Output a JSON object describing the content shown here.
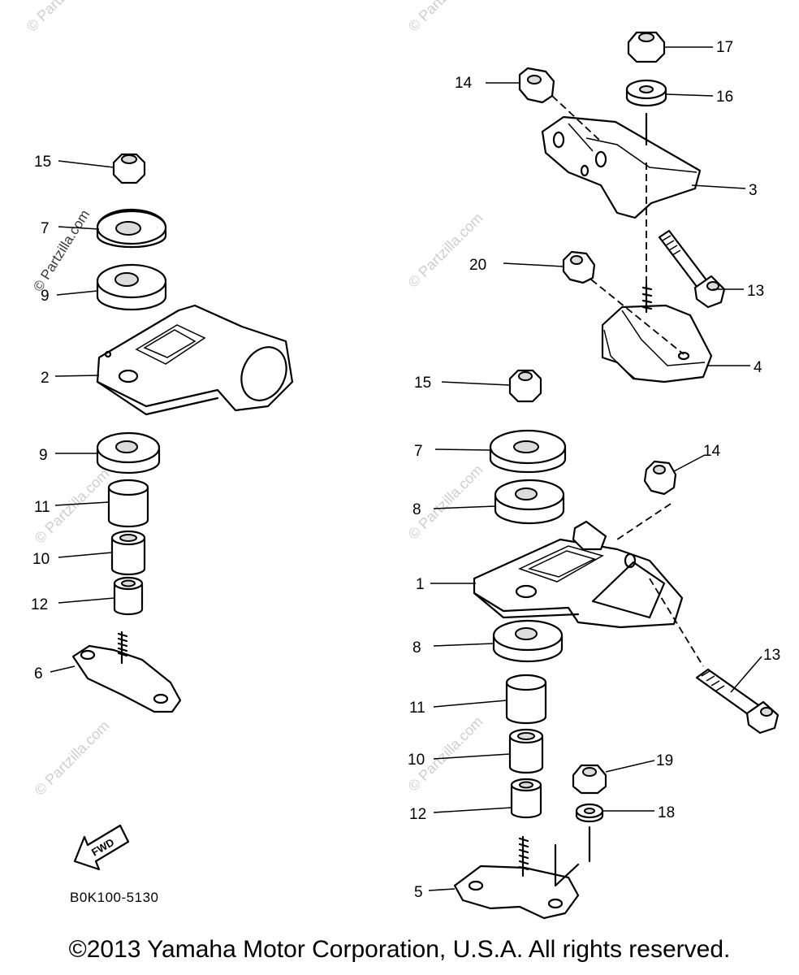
{
  "labels": {
    "l1": "1",
    "l2": "2",
    "l3": "3",
    "l4": "4",
    "l5": "5",
    "l6": "6",
    "l7a": "7",
    "l7b": "7",
    "l8a": "8",
    "l8b": "8",
    "l9a": "9",
    "l9b": "9",
    "l10a": "10",
    "l10b": "10",
    "l11a": "11",
    "l11b": "11",
    "l12a": "12",
    "l12b": "12",
    "l13a": "13",
    "l13b": "13",
    "l14a": "14",
    "l14b": "14",
    "l15a": "15",
    "l15b": "15",
    "l16": "16",
    "l17": "17",
    "l18": "18",
    "l19": "19",
    "l20": "20"
  },
  "fwd_label": "FWD",
  "ref_code": "B0K100-5130",
  "watermark": "© Partzilla.com",
  "copyright": "©2013  Yamaha Motor Corporation, U.S.A. All rights reserved."
}
